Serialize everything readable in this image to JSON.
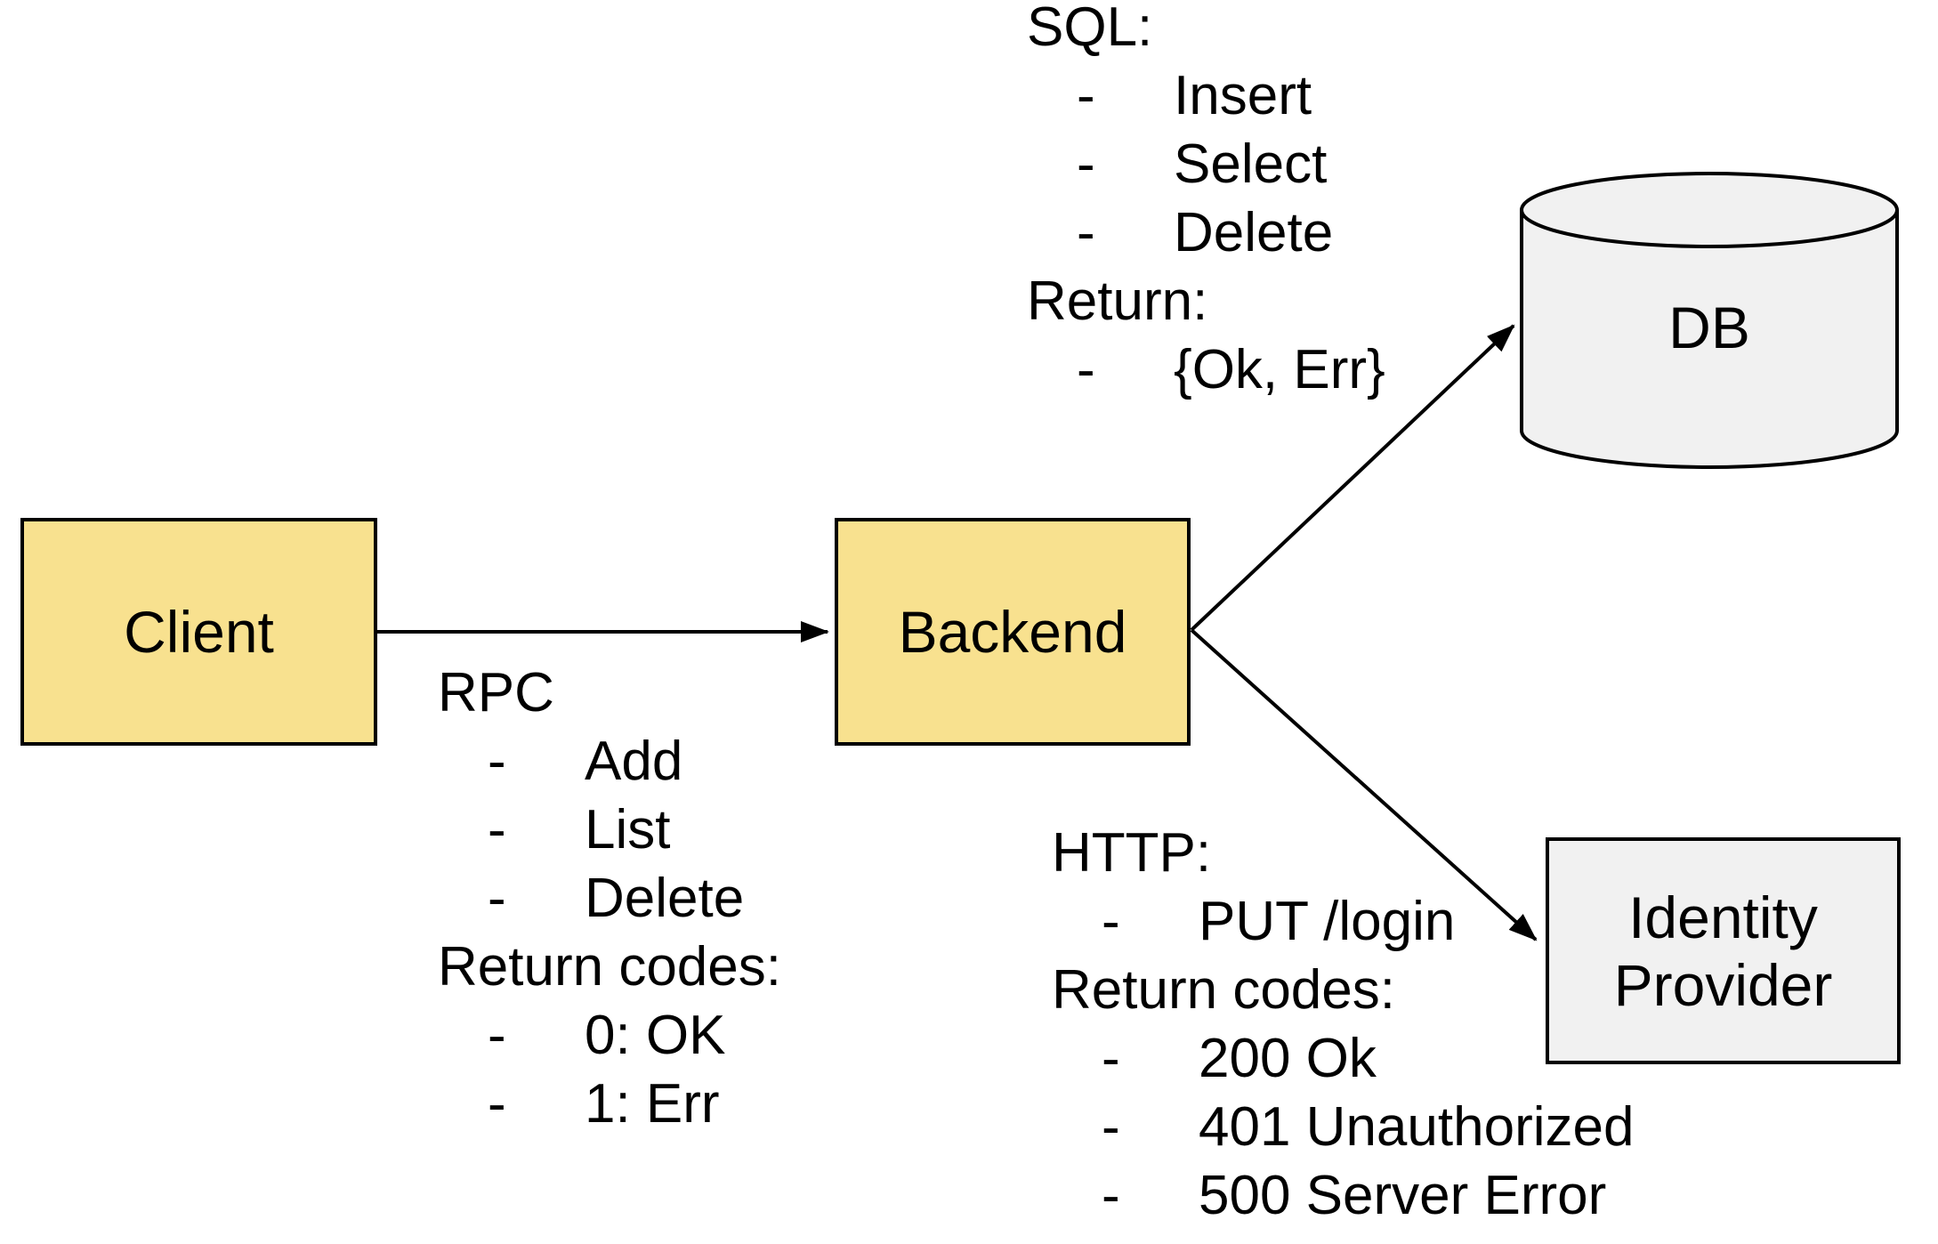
{
  "colors": {
    "background": "#FFFFFF",
    "node_fill_yellow": "#F8E18F",
    "node_fill_gray": "#F1F1F1",
    "stroke": "#000000",
    "text": "#000000"
  },
  "nodes": {
    "client": {
      "label": "Client"
    },
    "backend": {
      "label": "Backend"
    },
    "db": {
      "label": "DB"
    },
    "identity_provider": {
      "label": "Identity Provider"
    }
  },
  "edges": [
    {
      "from": "Client",
      "to": "Backend"
    },
    {
      "from": "Backend",
      "to": "DB"
    },
    {
      "from": "Backend",
      "to": "Identity Provider"
    }
  ],
  "annotations": {
    "sql": {
      "lines": [
        {
          "bullet": "",
          "text": "SQL:"
        },
        {
          "bullet": "-",
          "text": "Insert"
        },
        {
          "bullet": "-",
          "text": "Select"
        },
        {
          "bullet": "-",
          "text": "Delete"
        },
        {
          "bullet": "",
          "text": "Return:"
        },
        {
          "bullet": "-",
          "text": "{Ok, Err}"
        }
      ]
    },
    "rpc": {
      "lines": [
        {
          "bullet": "",
          "text": "RPC"
        },
        {
          "bullet": "-",
          "text": "Add"
        },
        {
          "bullet": "-",
          "text": "List"
        },
        {
          "bullet": "-",
          "text": "Delete"
        },
        {
          "bullet": "",
          "text": "Return codes:"
        },
        {
          "bullet": "-",
          "text": "0: OK"
        },
        {
          "bullet": "-",
          "text": "1: Err"
        }
      ]
    },
    "http": {
      "lines": [
        {
          "bullet": "",
          "text": "HTTP:"
        },
        {
          "bullet": "-",
          "text": "PUT /login"
        },
        {
          "bullet": "",
          "text": "Return codes:"
        },
        {
          "bullet": "-",
          "text": "200 Ok"
        },
        {
          "bullet": "-",
          "text": "401 Unauthorized"
        },
        {
          "bullet": "-",
          "text": "500 Server Error"
        }
      ]
    }
  }
}
